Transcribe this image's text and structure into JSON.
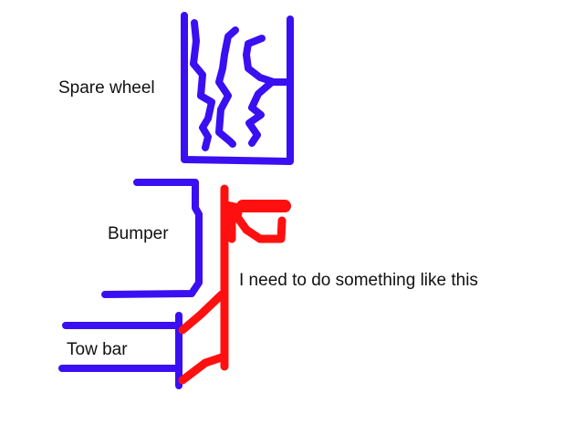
{
  "labels": {
    "spare_wheel": "Spare wheel",
    "bumper": "Bumper",
    "note": "I need to do something like this",
    "tow_bar": "Tow bar"
  },
  "colors": {
    "existing_parts": "#3a0ff2",
    "proposed_part": "#ff1010"
  }
}
